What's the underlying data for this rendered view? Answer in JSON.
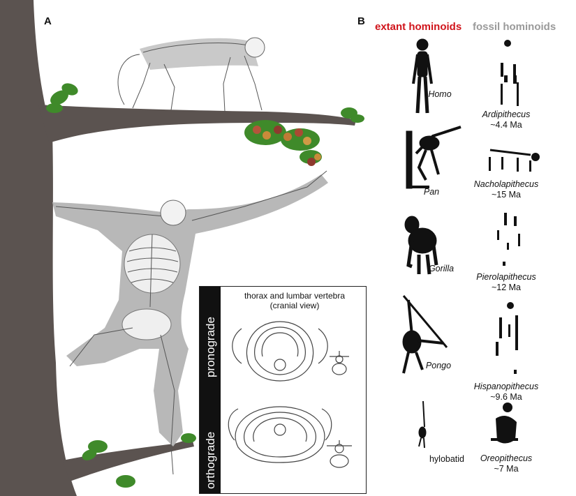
{
  "panel_a": {
    "letter": "A"
  },
  "panel_b": {
    "letter": "B",
    "extant_header": "extant hominoids",
    "fossil_header": "fossil hominoids",
    "extant": [
      {
        "name": "Homo",
        "icon": "human-skeleton-icon"
      },
      {
        "name": "Pan",
        "icon": "chimpanzee-skeleton-icon"
      },
      {
        "name": "Gorilla",
        "icon": "gorilla-skeleton-icon"
      },
      {
        "name": "Pongo",
        "icon": "orangutan-skeleton-icon"
      },
      {
        "name": "hylobatid",
        "icon": "gibbon-skeleton-icon"
      }
    ],
    "fossil": [
      {
        "name": "Ardipithecus",
        "age": "~4.4 Ma",
        "icon": "ardipithecus-fossil-icon"
      },
      {
        "name": "Nacholapithecus",
        "age": "~15 Ma",
        "icon": "nacholapithecus-fossil-icon"
      },
      {
        "name": "Pierolapithecus",
        "age": "~12 Ma",
        "icon": "pierolapithecus-fossil-icon"
      },
      {
        "name": "Hispanopithecus",
        "age": "~9.6 Ma",
        "icon": "hispanopithecus-fossil-icon"
      },
      {
        "name": "Oreopithecus",
        "age": "~7 Ma",
        "icon": "oreopithecus-fossil-icon"
      }
    ]
  },
  "inset": {
    "title_line1": "thorax and lumbar vertebra",
    "title_line2": "(cranial view)",
    "label_top": "pronograde",
    "label_bottom": "orthograde"
  },
  "colors": {
    "trunk": "#5b5350",
    "leaf": "#3f8a2a",
    "extant_header": "#d0141b",
    "fossil_header": "#9a9a9a",
    "silhouette": "#111111",
    "skeleton_shadow": "#b8b8b8"
  }
}
